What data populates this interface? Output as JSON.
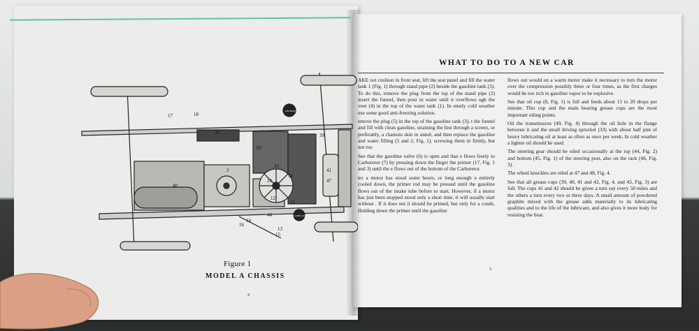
{
  "figure": {
    "caption": "Figure 1",
    "title": "MODEL A CHASSIS",
    "page_number": "4",
    "callouts": [
      "17",
      "18",
      "35",
      "02",
      "20",
      "3",
      "24",
      "12",
      "34",
      "40",
      "41",
      "47",
      "14",
      "16",
      "13",
      "44",
      "21",
      "39",
      "15"
    ],
    "badges": [
      "DETROIT",
      "CADILLAC"
    ]
  },
  "right_page": {
    "heading": "WHAT TO DO TO A NEW CAR",
    "page_number": "5",
    "left_column": [
      "AKE out cushion in front seat, lift the seat panel and fill the water tank 1 (Fig. 1) through stand pipe (2) beside the gasoline tank (3). To do this, remove the plug from the top of the stand pipe (2) insert the funnel, then pour in water until it overflows ugh the vent (4) in the top of the water tank (1). In emely cold weather use some good anti-freezing solution.",
      "emove the plug (5) in the top of the gasoline tank (3), t the funnel and fill with clean gasoline, straining the line through a screen, or preferably, a chamois skin in unnel, and then replace the gasoline and water filling (5 and 2, Fig. 1), screwing them in firmly, but not too",
      "See that the gasoline valve (6) is open and that e flows freely to Carburetor (7) by pressing down the finger the primer (17, Fig. 1 and 3) until the e flows out of the bottom of the Carburetor.",
      "ter a motor has stood some hours, or long enough e entirely cooled down, the primer rod may be pressed until the gasoline flows out of the intake tube before to start. However, if a motor has just been stopped stood only a short time, it will usually start without . If it does not it should be primed, but only for a conds. Holding down the primer until the gasoline"
    ],
    "right_column": [
      "flows out would on a warm motor make it necessary to turn the motor over the compression possibly three or four times, as the first charges would be too rich in gasoline vapor to be explosive.",
      "See that oil cup (8, Fig. 1) is full and feeds about 15 to 20 drops per minute. This cup and the main bearing grease cups are the most important oiling points.",
      "Oil the transmission (49, Fig. 4) through the oil hole in the flange between it and the small driving sprocket (33) with about half pint of heavy lubricating oil at least as often as once per week. In cold weather a lighter oil should be used.",
      "The steering gear should be oiled occasionally at the top (44, Fig. 2) and bottom (45, Fig. 1) of the steering post, also on the rack (46, Fig. 3).",
      "The wheel knuckles are oiled at 47 and 48, Fig. 4.",
      "See that all grease cups (39, 40, 41 and 42, Fig. 4, and 43, Fig. 3) are full. The cups 41 and 42 should be given a turn say every 50 miles and the others a turn every two or three days. A small amount of powdered graphite mixed with the grease adds materially to its lubricating qualities and to the life of the lubricant, and also gives it more body for resisting the heat."
    ]
  }
}
